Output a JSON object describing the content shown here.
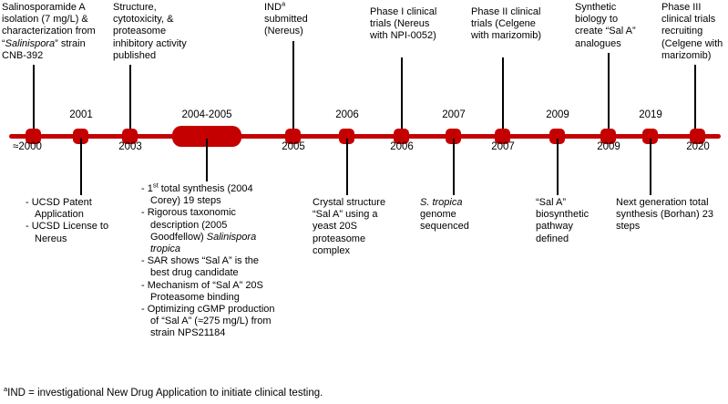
{
  "colors": {
    "timeline_red": "#c40000",
    "connector_black": "#000000",
    "text": "#000000",
    "background": "#ffffff"
  },
  "years": {
    "n2000": "≈2000",
    "n2001": "2001",
    "n2003": "2003",
    "n2004_2005": "2004-2005",
    "n2005": "2005",
    "n2006_above": "2006",
    "n2006_below": "2006",
    "n2007_above": "2007",
    "n2007_below": "2007",
    "n2009_above": "2009",
    "n2009_below": "2009",
    "n2019": "2019",
    "n2020": "2020"
  },
  "top_annotations": {
    "isolation": {
      "pre": "Salinosporamide A isolation (7 mg/L) & characterization from “",
      "genus": "Salinispora",
      "post": "” strain CNB-392"
    },
    "structure": {
      "text": "Structure, cytotoxicity, & proteasome inhibitory activity published"
    },
    "ind": {
      "pre": "IND",
      "sup": "a",
      "post": " submitted (Nereus)"
    },
    "phase1": {
      "text": "Phase I clinical trials (Nereus with NPI-0052)"
    },
    "phase2": {
      "text": "Phase II clinical trials (Celgene with marizomib)"
    },
    "synthetic_biology": {
      "text": "Synthetic biology to create “Sal A” analogues"
    },
    "phase3": {
      "text": "Phase III clinical trials recruiting (Celgene with marizomib)"
    }
  },
  "bottom_annotations": {
    "ucsd": {
      "line1": "- UCSD Patent Application",
      "line2": "- UCSD License to Nereus"
    },
    "milestones_2004_2005": {
      "synthesis": {
        "pre": "- 1",
        "sup": "st",
        "post": " total synthesis (2004 Corey) 19 steps"
      },
      "taxonomy": {
        "pre": "- Rigorous taxonomic description (2005 Goodfellow) ",
        "species": "Salinispora tropica"
      },
      "sar": {
        "text": "- SAR shows “Sal A” is the best drug candidate"
      },
      "mechanism": {
        "text": "- Mechanism of “Sal A” 20S Proteasome binding"
      },
      "cgmp": {
        "text": "- Optimizing cGMP production of “Sal A” (≈275 mg/L) from strain NPS21184"
      }
    },
    "crystal": {
      "text": "Crystal structure “Sal A” using a yeast 20S proteasome complex"
    },
    "genome": {
      "species": "S. tropica",
      "post": " genome sequenced"
    },
    "pathway": {
      "text": "“Sal A” biosynthetic pathway defined"
    },
    "next_gen": {
      "text": "Next generation total synthesis (Borhan) 23 steps"
    }
  },
  "footnote": {
    "sup": "a",
    "text": "IND = investigational New Drug Application to initiate clinical testing."
  }
}
